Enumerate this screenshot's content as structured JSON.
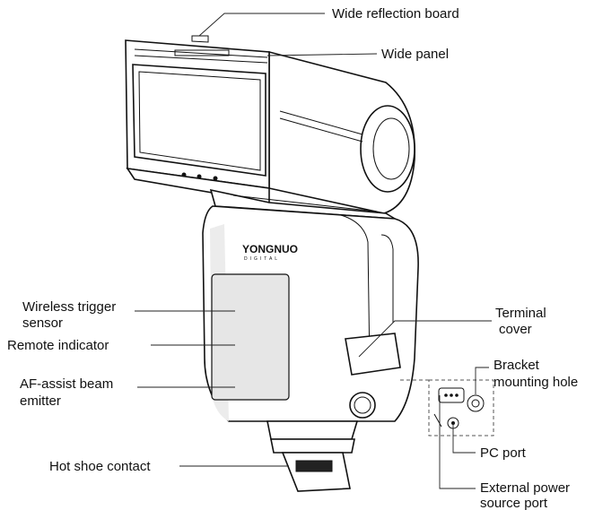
{
  "labels": {
    "wide_reflection_board": "Wide reflection board",
    "wide_panel": "Wide panel",
    "wireless_trigger_sensor_1": "Wireless trigger",
    "wireless_trigger_sensor_2": "sensor",
    "remote_indicator": "Remote indicator",
    "af_assist_1": "AF-assist beam",
    "af_assist_2": "emitter",
    "hot_shoe_contact": "Hot shoe contact",
    "terminal_cover_1": "Terminal",
    "terminal_cover_2": "cover",
    "bracket_mounting_1": "Bracket",
    "bracket_mounting_2": "mounting hole",
    "pc_port": "PC port",
    "external_power_1": "External power",
    "external_power_2": "source port"
  },
  "logo": {
    "brand": "YONGNUO",
    "sub": "DIGITAL"
  }
}
